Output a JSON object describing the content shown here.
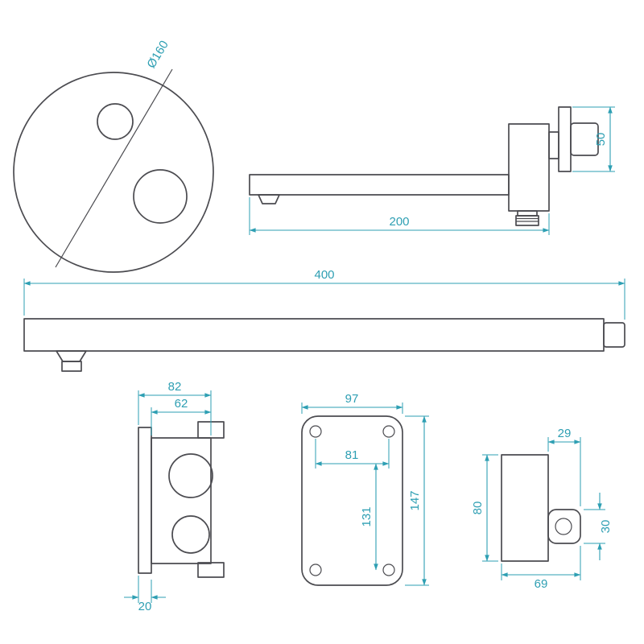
{
  "colors": {
    "dimension": "#2e9fb3",
    "drawing": "#4b4b50",
    "background": "#ffffff"
  },
  "parts": {
    "shower_head": {
      "diameter": "Ø160"
    },
    "arm_side_view": {
      "length": "200",
      "flange_height": "50"
    },
    "long_arm": {
      "length": "400"
    },
    "valve": {
      "width": "82",
      "body_width": "62",
      "plate_thickness": "20"
    },
    "mounting_plate": {
      "width": "97",
      "hole_spacing_x": "81",
      "hole_spacing_y": "131",
      "height": "147"
    },
    "holder": {
      "bracket_depth": "29",
      "height": "80",
      "bracket_height": "30",
      "width": "69"
    }
  }
}
